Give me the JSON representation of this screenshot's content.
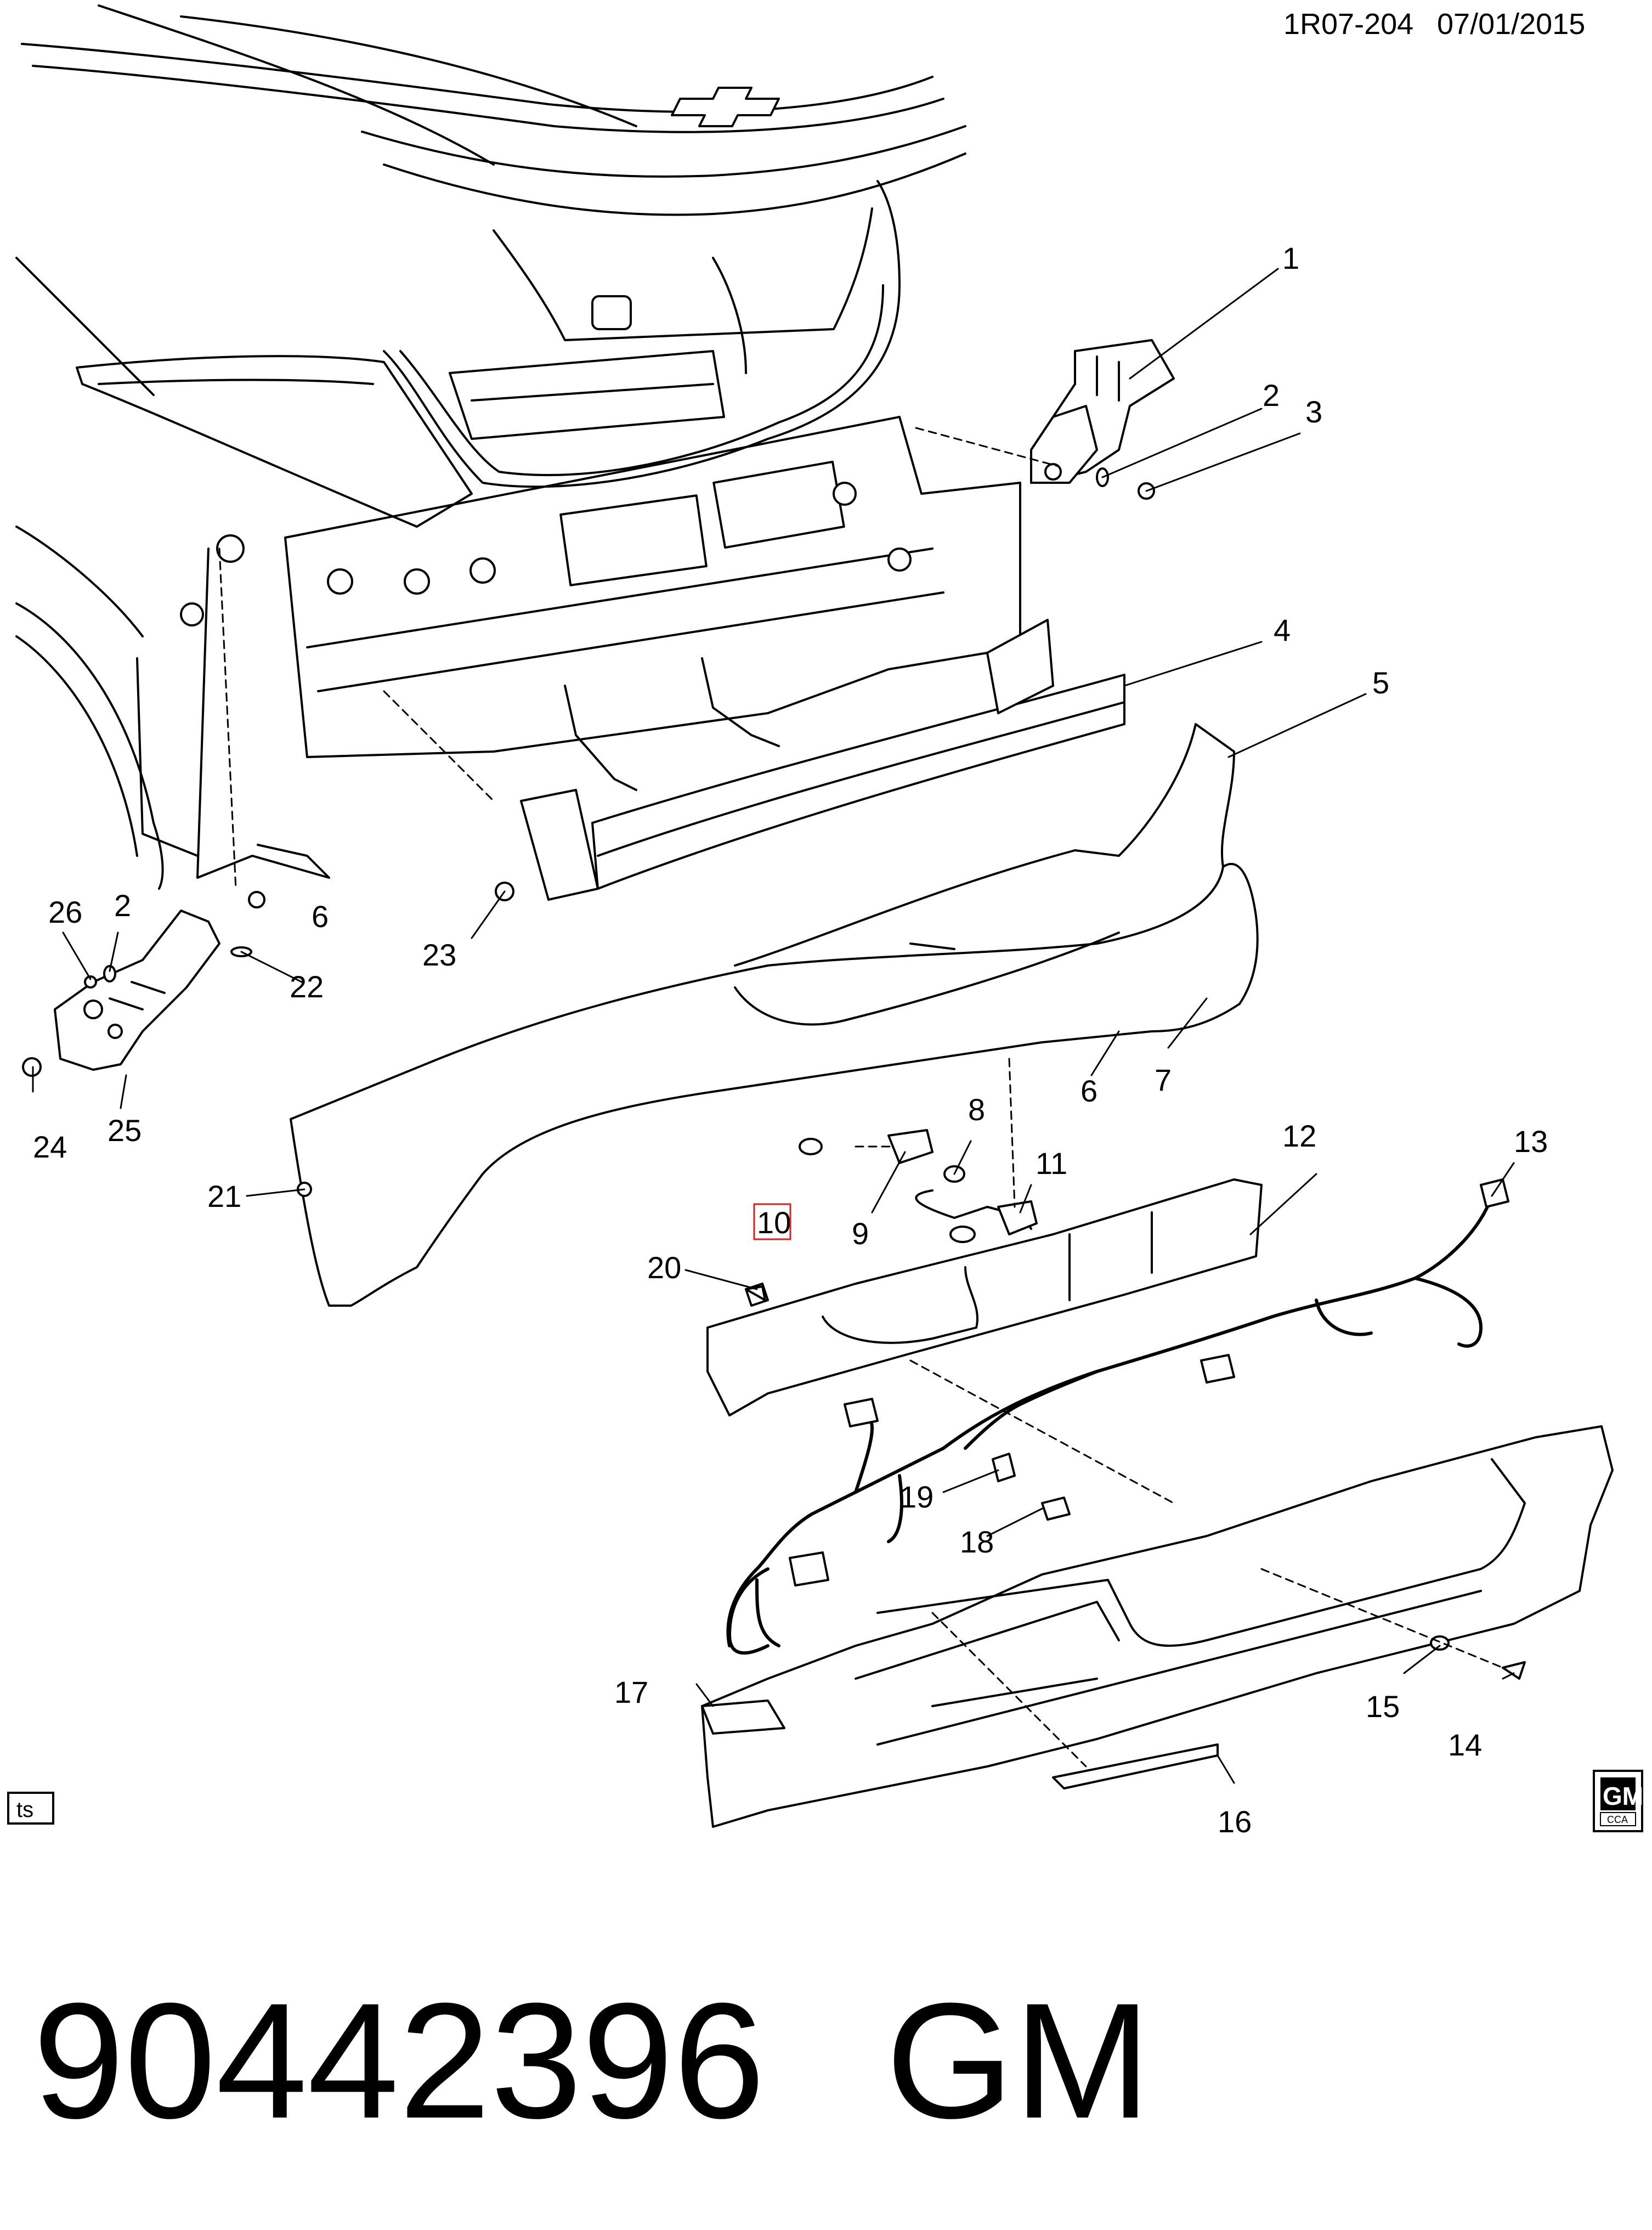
{
  "header": {
    "code": "1R07-204",
    "date": "07/01/2015"
  },
  "footer": {
    "ts_box": "ts",
    "gm_logo": "GM",
    "cca": "CCA",
    "part_number": "90442396",
    "brand": "GM"
  },
  "callouts": [
    "1",
    "2",
    "3",
    "4",
    "5",
    "6",
    "7",
    "8",
    "9",
    "10",
    "11",
    "12",
    "13",
    "14",
    "15",
    "16",
    "17",
    "18",
    "19",
    "20",
    "21",
    "22",
    "23",
    "24",
    "25",
    "26",
    "2",
    "6"
  ],
  "highlighted_callout": "10"
}
